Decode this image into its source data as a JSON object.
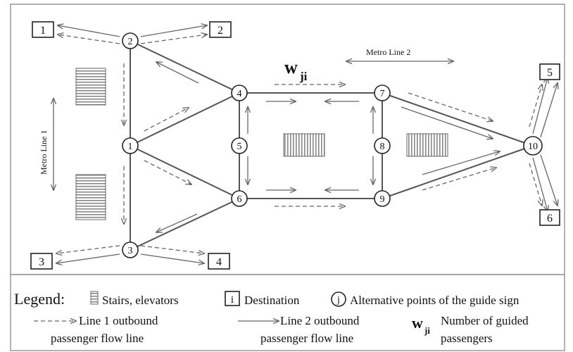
{
  "nodes": [
    {
      "id": "1",
      "label": "1"
    },
    {
      "id": "2",
      "label": "2"
    },
    {
      "id": "3",
      "label": "3"
    },
    {
      "id": "4",
      "label": "4"
    },
    {
      "id": "5",
      "label": "5"
    },
    {
      "id": "6",
      "label": "6"
    },
    {
      "id": "7",
      "label": "7"
    },
    {
      "id": "8",
      "label": "8"
    },
    {
      "id": "9",
      "label": "9"
    },
    {
      "id": "10",
      "label": "10"
    }
  ],
  "destinations": [
    {
      "id": "d1",
      "label": "1"
    },
    {
      "id": "d2",
      "label": "2"
    },
    {
      "id": "d3",
      "label": "3"
    },
    {
      "id": "d4",
      "label": "4"
    },
    {
      "id": "d5",
      "label": "5"
    },
    {
      "id": "d6",
      "label": "6"
    }
  ],
  "annotations": {
    "metro_line_1": "Metro Line 1",
    "metro_line_2": "Metro Line 2",
    "w_main": "w",
    "w_sub": "ji"
  },
  "legend": {
    "title": "Legend:",
    "stairs": "Stairs, elevators",
    "destination_symbol": "i",
    "destination": "Destination",
    "alt_symbol": "j",
    "alt_points": "Alternative points of the guide sign",
    "line1_a": "Line 1 outbound",
    "line1_b": "passenger flow line",
    "line2_a": "Line 2 outbound",
    "line2_b": "passenger flow line",
    "w_main": "w",
    "w_sub": "ji",
    "guided_a": "Number of guided",
    "guided_b": "passengers"
  },
  "colors": {
    "edge": "#555555",
    "flow_arrow": "#666666",
    "stairs": "#777777"
  }
}
